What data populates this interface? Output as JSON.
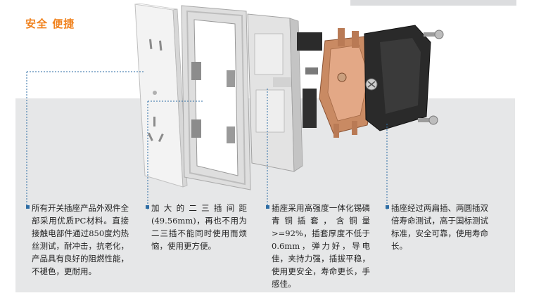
{
  "heading": "安全 便捷",
  "features": [
    {
      "text": "所有开关插座产品外观件全部采用优质PC材料。直接接触电部件通过850度灼热丝测试，耐冲击，抗老化，产品具有良好的阻燃性能，不褪色，更耐用。"
    },
    {
      "text": "加大的二三插间距(49.56mm)，再也不用为二三插不能同时使用而烦恼，使用更方便。"
    },
    {
      "text": "插座采用高强度一体化锡磷青铜插套，含铜量>=92%，插套厚度不低于0.6mm，弹力好，导电佳，夹持力强，插拔平稳，使用更安全，寿命更长，手感佳。"
    },
    {
      "text": "插座经过两扁插、两圆插双倍寿命测试，高于国标测试标准，安全可靠，使用寿命长。"
    }
  ],
  "colors": {
    "accent": "#f0821e",
    "leader": "#2e6da4",
    "band": "#e6e7e8"
  }
}
